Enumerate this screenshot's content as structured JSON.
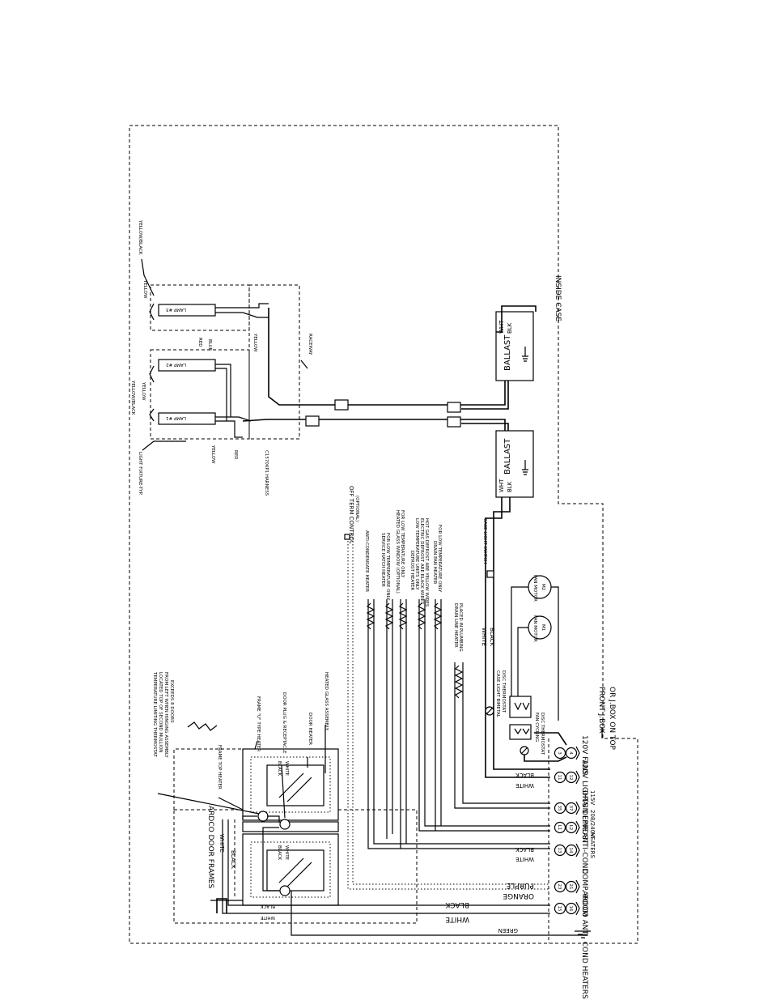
{
  "labels": {
    "inside_case": "INSIDE CASE",
    "ballast": "BALLAST",
    "wht": "WHT",
    "blk": "BLK",
    "lamp1": "LAMP #1",
    "lamp2": "LAMP #2",
    "lamp3": "LAMP #3",
    "yellow": "YELLOW",
    "yellow_black": "YELLOW/BLACK",
    "red": "RED",
    "blue": "BLUE",
    "raceway": "RACEWAY",
    "light_fixture": "LIGHT FIXTURE-TYP.",
    "harness": "C15706P1 HARNESS",
    "off_term_control": "OFF TERM CONTROL",
    "optional": "(OPTIONAL)",
    "case_light_switch": "CASE LIGHT SWITCH",
    "white": "WHITE",
    "black": "BLACK",
    "fan_motor": "FAN MOTOR",
    "m1": "M1",
    "m2": "M2",
    "fan_cycling": "FAN CYCLING",
    "disc_thermostat": "DISC THERMOSTAT",
    "case_light_bimetal": "CASE LIGHT BIMETAL",
    "front_jbox": "FRONT J.BOX",
    "or_jbox_top": "OR J.BOX ON TOP",
    "h_anti_cond": "ANTI-CONDENSATE HEATER",
    "h_service_hatch": "SERVICE HATCH HEATER",
    "h_service_hatch_2": "FOR LOW TEMPERATURE ONLY",
    "h_glass_window": "HEATED GLASS WINDOW (OPTIONAL)",
    "h_glass_window_2": "FOR LOW TEMPERATURE ONLY",
    "h_defrost": "DEFROST HEATER",
    "h_defrost_2": "LOW TEMPERATURE UNITS ONLY",
    "h_defrost_3": "ELECTRIC DEFROST ARE BLACK WIRES",
    "h_defrost_4": "HOT GAS DEFROST ARE YELLOW WIRES",
    "h_drain_pan": "DRAIN PAN HEATER",
    "h_drain_pan_2": "FOR LOW TEMPERATURE ONLY",
    "h_drain_line": "DRAIN LINE HEATER",
    "h_drain_line_2": "PLACED IN PLUMBING",
    "limit_thermostat_1": "TEMPERATURE LIMITING THERMOSTAT",
    "limit_thermostat_2": "LOCATED TOP OF SECOND MULLION",
    "limit_thermostat_3": "FROM LEFT WHEN HINGING ASSEMBLY",
    "limit_thermostat_4": "EXCEEDS 8 DOORS",
    "frame_top_heater": "FRAME TOP HEATER",
    "frame_u_heater": "FRAME \"U\" TYPE HEATER",
    "door_plug": "DOOR PLUG & RECEPTACLE",
    "door_heater": "DOOR HEATER",
    "heated_glass": "HEATED GLASS ASSEMBLY",
    "ardco_frames": "ARDCO DOOR FRAMES",
    "green": "GREEN",
    "orange": "ORANGE",
    "purple": "PURPLE"
  },
  "terminals": [
    {
      "pair": [
        "3",
        "4"
      ],
      "label": "120V FANS"
    },
    {
      "pair": [
        "11",
        "12"
      ],
      "label": "120V LIGHTS"
    },
    {
      "pair": [
        "35",
        "37"
      ],
      "label": "DRAIN LINE",
      "sub": "115V"
    },
    {
      "pair": [
        "L1",
        "L2"
      ],
      "label": "DEFROST",
      "sub": "208/240V"
    },
    {
      "pair": [
        "13",
        "14"
      ],
      "label": "ANTI-COND",
      "sub": "HEATERS"
    },
    {
      "pair": [
        "23",
        "21"
      ],
      "label": "COMP. ROOM"
    },
    {
      "pair": [
        "15",
        "16"
      ],
      "label": "ARDCO ANTI- COND HEATERS"
    }
  ]
}
